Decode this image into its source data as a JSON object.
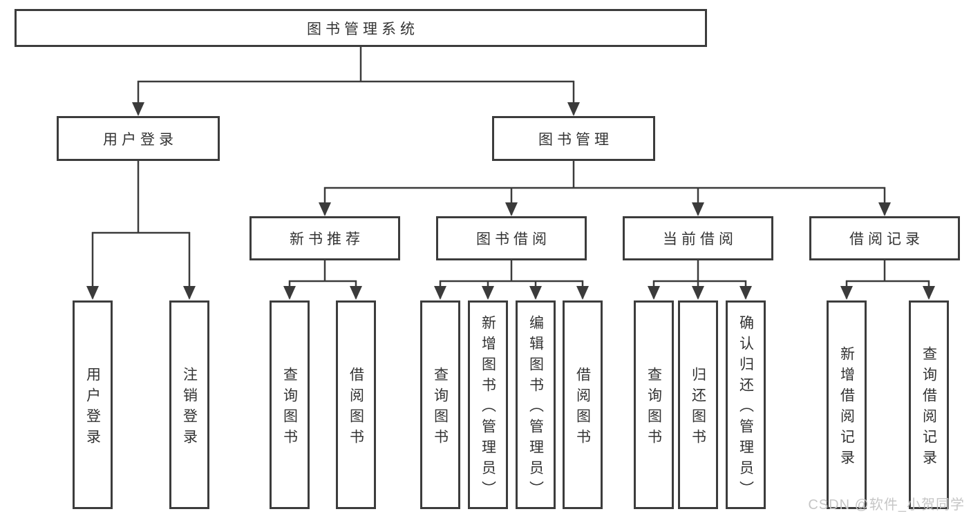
{
  "diagram": {
    "type": "hierarchy-tree",
    "root": "图书管理系统",
    "level2": {
      "user_login": "用户登录",
      "book_management": "图书管理"
    },
    "level3": {
      "new_book_recommend": "新书推荐",
      "book_borrowing": "图书借阅",
      "current_borrowing": "当前借阅",
      "borrowing_records": "借阅记录"
    },
    "leaves": {
      "user_login": [
        "用户登录",
        "注销登录"
      ],
      "new_book_recommend": [
        "查询图书",
        "借阅图书"
      ],
      "book_borrowing": [
        "查询图书",
        "新增图书（管理员）",
        "编辑图书（管理员）",
        "借阅图书"
      ],
      "current_borrowing": [
        "查询图书",
        "归还图书",
        "确认归还（管理员）"
      ],
      "borrowing_records": [
        "新增借阅记录",
        "查询借阅记录"
      ]
    }
  },
  "watermark": "CSDN @软件_小贺同学",
  "colors": {
    "line": "#3b3b3b",
    "box_border": "#3c3c3c",
    "box_fill": "#ffffff",
    "text": "#333333",
    "watermark": "#c6c6c6",
    "background": "#ffffff"
  }
}
